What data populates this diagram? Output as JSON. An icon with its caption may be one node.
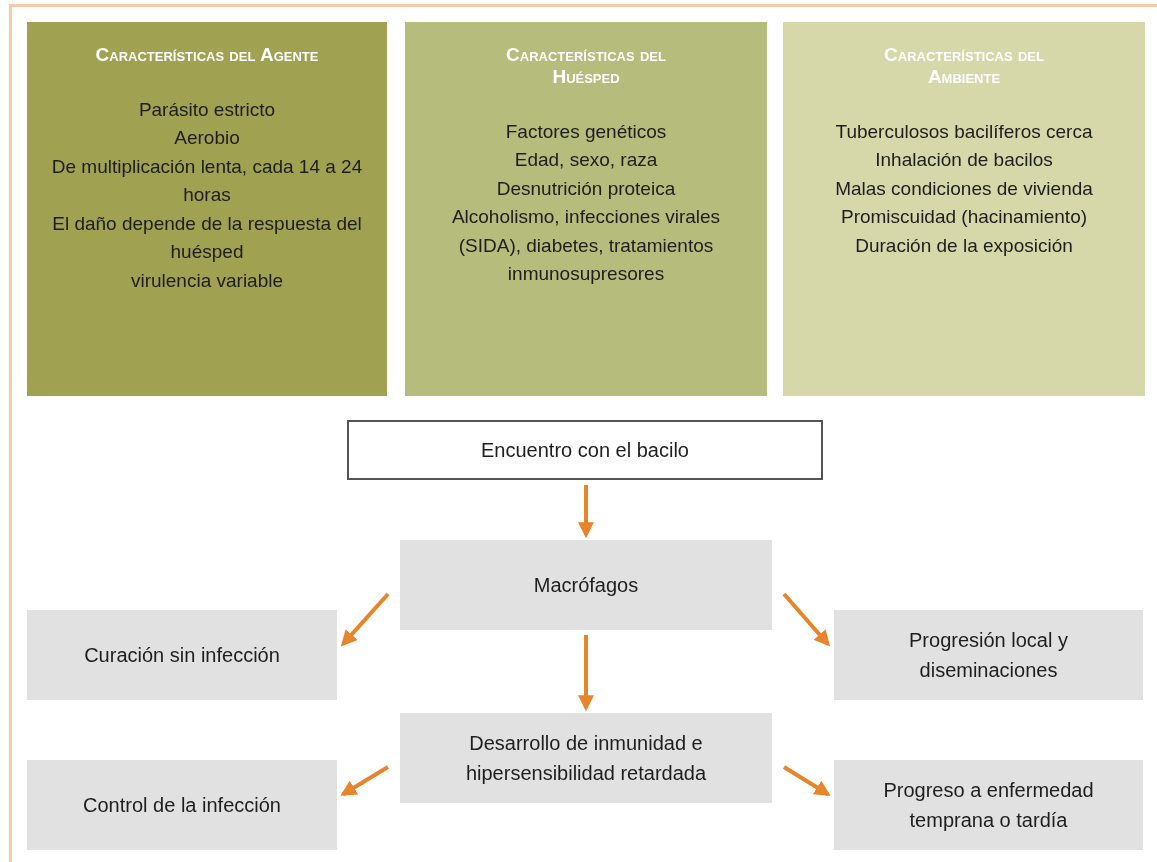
{
  "diagram": {
    "nodes": [
      {
        "text": [
          "Características del Agente",
          "Parásito estricto",
          "Aerobio",
          "De multiplicación lenta, cada 14 a 24 horas",
          "El daño depende de la respuesta del huésped",
          "virulencia variable"
        ]
      },
      {
        "text": [
          "Características del Huésped",
          "Factores genéticos",
          "Edad, sexo, raza",
          "Desnutrición proteica",
          "Alcoholismo, infecciones virales (SIDA), diabetes, tratamientos inmunosupresores"
        ]
      },
      {
        "text": [
          "Características del Ambiente",
          "Tuberculosos bacilíferos cerca",
          "Inhalación de bacilos",
          "Malas condiciones de vivienda",
          "Promiscuidad (hacinamiento)",
          "Duración de la exposición"
        ]
      },
      {
        "text": [
          "Encuentro con el bacilo"
        ]
      },
      {
        "text": [
          "Macrófagos"
        ]
      },
      {
        "text": [
          "Curación sin infección"
        ]
      },
      {
        "text": [
          "Progresión local y diseminaciones"
        ]
      },
      {
        "text": [
          "Desarrollo de inmunidad e hipersensibilidad retardada"
        ]
      },
      {
        "text": [
          "Control de la infección"
        ]
      },
      {
        "text": [
          "Progreso a enfermedad temprana o tardía"
        ]
      }
    ],
    "edges": [
      {
        "from": 3,
        "to": 4,
        "arrow": "to"
      },
      {
        "from": 4,
        "to": 5,
        "arrow": "to"
      },
      {
        "from": 4,
        "to": 6,
        "arrow": "to"
      },
      {
        "from": 4,
        "to": 7,
        "arrow": "to"
      },
      {
        "from": 7,
        "to": 8,
        "arrow": "to"
      },
      {
        "from": 7,
        "to": 9,
        "arrow": "to"
      }
    ]
  }
}
